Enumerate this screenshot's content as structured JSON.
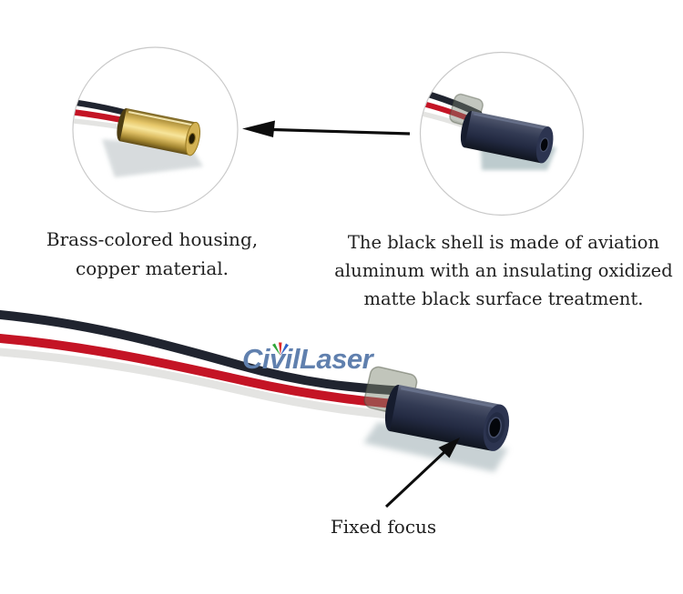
{
  "left_inset": {
    "caption": [
      "Brass-colored housing,",
      "copper material."
    ],
    "subject": "brass copper laser module with black, red and white wires"
  },
  "right_inset": {
    "caption": [
      "The black shell is made of aviation",
      "aluminum with an insulating oxidized",
      "matte black surface treatment."
    ],
    "subject": "matte black aluminum laser module with black, red and white wires"
  },
  "main_photo": {
    "watermark": "CivilLaser",
    "annotation": "Fixed focus",
    "subject": "black fixed-focus laser module with black, red and white lead wires"
  },
  "colors": {
    "caption-text": "#1f1f1f",
    "logo-blue": "#6080ae",
    "circle-border": "#c9c9c9",
    "arrow-black": "#0d0d0d",
    "wire-black": "#20242f",
    "wire-red": "#c41425",
    "wire-white": "#e4e4e2",
    "brass": "#d9b858",
    "shell-black": "#232a42",
    "shadow-gray": "#b6c2c6"
  }
}
